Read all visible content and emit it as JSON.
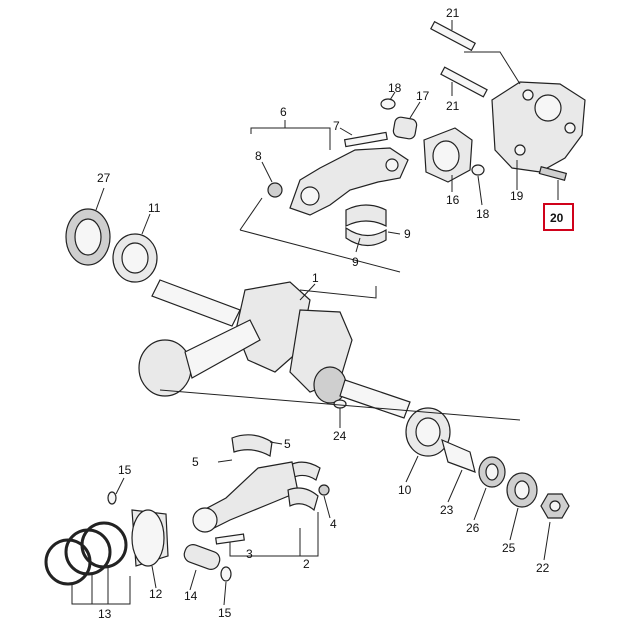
{
  "diagram": {
    "accent_color": "#d0021b",
    "highlighted_part": "20",
    "callouts": [
      {
        "id": "21a",
        "text": "21"
      },
      {
        "id": "21b",
        "text": "21"
      },
      {
        "id": "18a",
        "text": "18"
      },
      {
        "id": "17",
        "text": "17"
      },
      {
        "id": "6",
        "text": "6"
      },
      {
        "id": "7",
        "text": "7"
      },
      {
        "id": "8",
        "text": "8"
      },
      {
        "id": "16",
        "text": "16"
      },
      {
        "id": "18b",
        "text": "18"
      },
      {
        "id": "19",
        "text": "19"
      },
      {
        "id": "20",
        "text": "20"
      },
      {
        "id": "27",
        "text": "27"
      },
      {
        "id": "11",
        "text": "11"
      },
      {
        "id": "9a",
        "text": "9"
      },
      {
        "id": "9b",
        "text": "9"
      },
      {
        "id": "1",
        "text": "1"
      },
      {
        "id": "24",
        "text": "24"
      },
      {
        "id": "5a",
        "text": "5"
      },
      {
        "id": "5b",
        "text": "5"
      },
      {
        "id": "4",
        "text": "4"
      },
      {
        "id": "3",
        "text": "3"
      },
      {
        "id": "2",
        "text": "2"
      },
      {
        "id": "10",
        "text": "10"
      },
      {
        "id": "23",
        "text": "23"
      },
      {
        "id": "26",
        "text": "26"
      },
      {
        "id": "25",
        "text": "25"
      },
      {
        "id": "22",
        "text": "22"
      },
      {
        "id": "15a",
        "text": "15"
      },
      {
        "id": "15b",
        "text": "15"
      },
      {
        "id": "12",
        "text": "12"
      },
      {
        "id": "13",
        "text": "13"
      },
      {
        "id": "14",
        "text": "14"
      }
    ]
  }
}
